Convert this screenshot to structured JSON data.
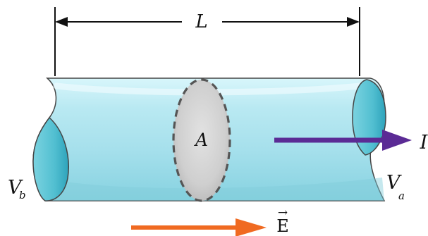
{
  "diagram": {
    "length_label": "L",
    "area_label": "A",
    "current_label": "I",
    "field_label": "E",
    "field_vector_mark": "→",
    "left_potential_label": "V",
    "left_potential_subscript": "b",
    "right_potential_label": "V",
    "right_potential_subscript": "a",
    "colors": {
      "cylinder_body": "#bfeaf3",
      "cylinder_shadow": "#62c4d6",
      "cylinder_end": "#58bfd2",
      "area_fill": "#d7d7d7",
      "current_arrow": "#5b2b95",
      "field_arrow": "#f06a21",
      "outline": "#444444"
    }
  }
}
